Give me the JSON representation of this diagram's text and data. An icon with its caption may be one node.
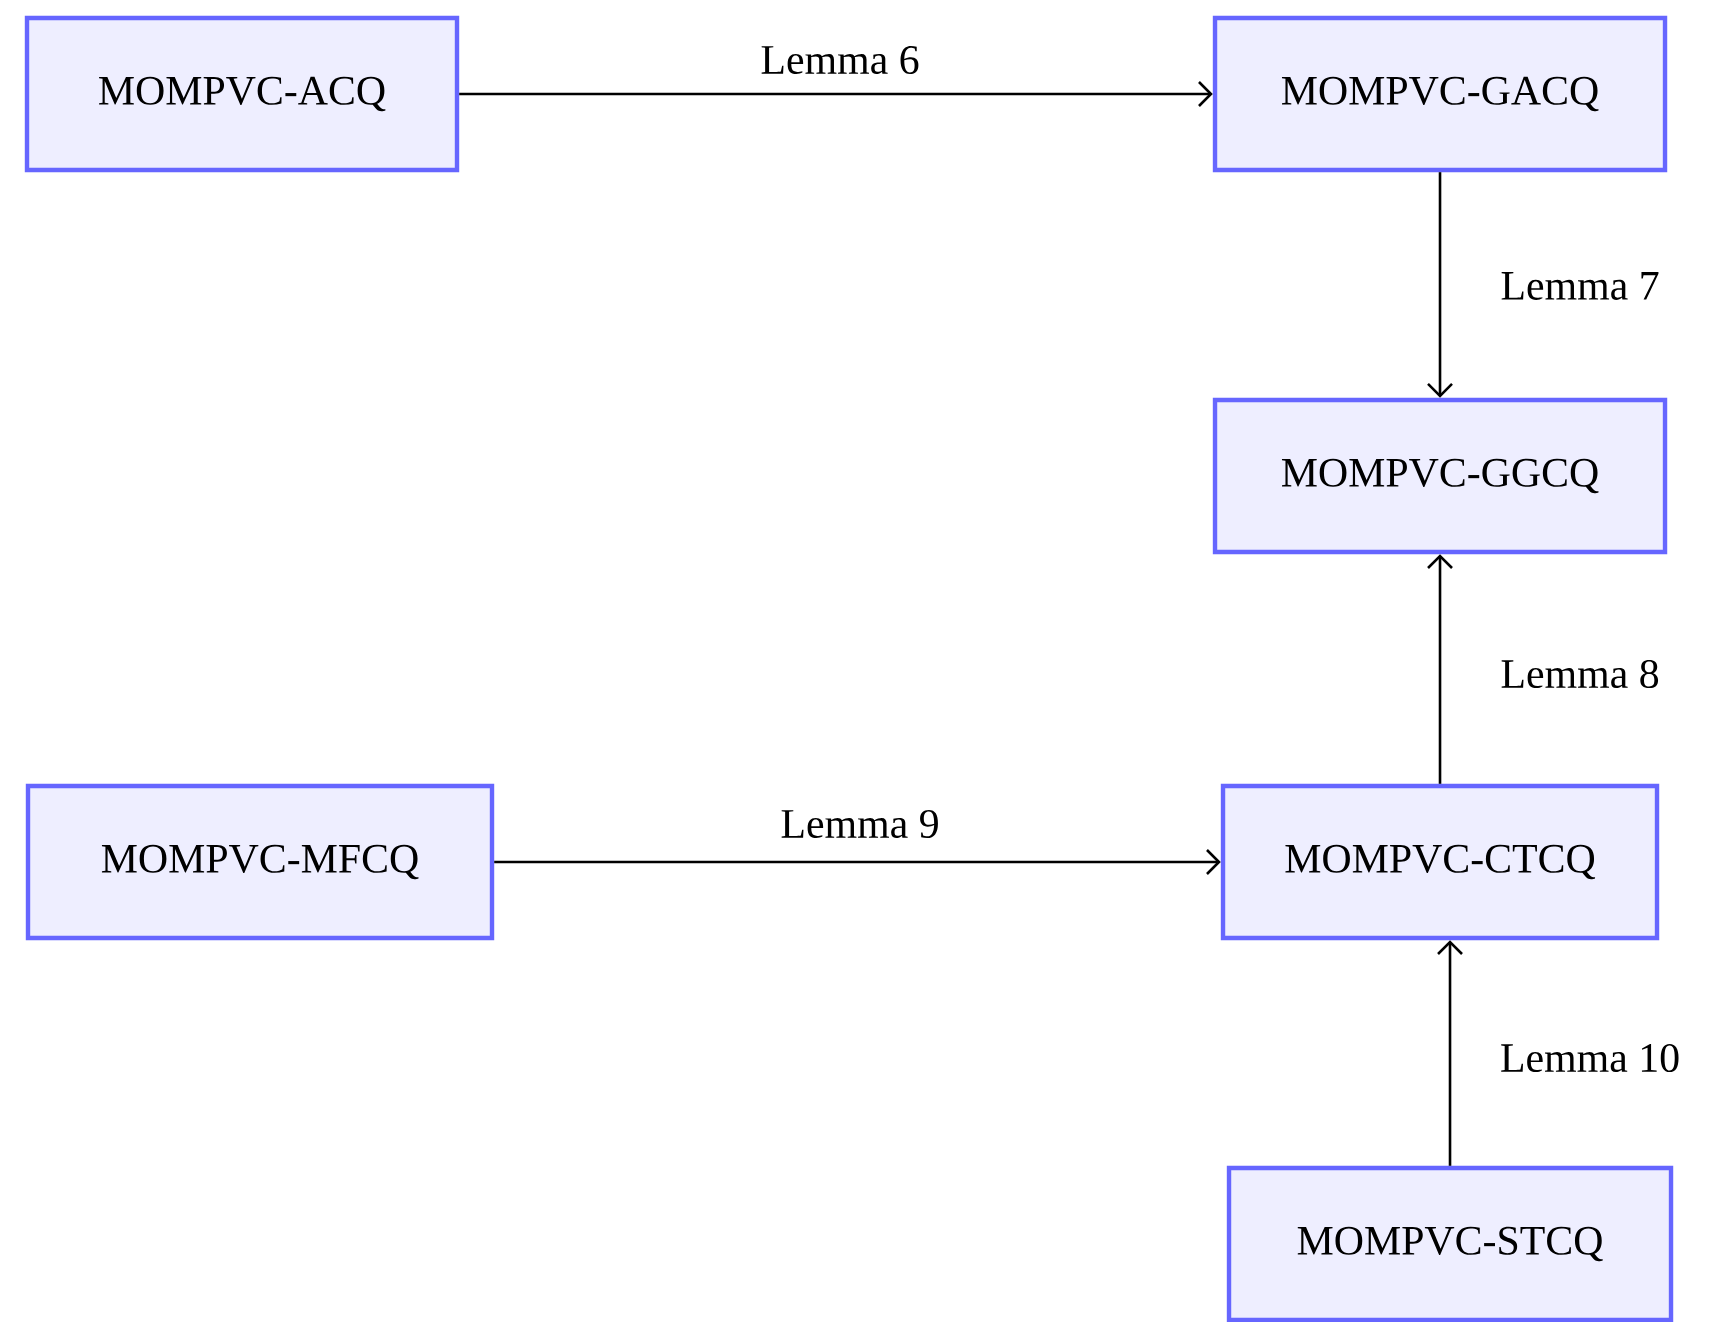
{
  "diagram": {
    "nodes": [
      {
        "text": [
          "MOMPVC-ACQ"
        ]
      },
      {
        "text": [
          "MOMPVC-GACQ"
        ]
      },
      {
        "text": [
          "MOMPVC-GGCQ"
        ]
      },
      {
        "text": [
          "MOMPVC-MFCQ"
        ]
      },
      {
        "text": [
          "MOMPVC-CTCQ"
        ]
      },
      {
        "text": [
          "MOMPVC-STCQ"
        ]
      }
    ],
    "edges": [
      {
        "from": 0,
        "to": 1,
        "arrow": "to",
        "label": "Lemma 6"
      },
      {
        "from": 1,
        "to": 2,
        "arrow": "to",
        "label": "Lemma 7"
      },
      {
        "from": 4,
        "to": 2,
        "arrow": "to",
        "label": "Lemma 8"
      },
      {
        "from": 3,
        "to": 4,
        "arrow": "to",
        "label": "Lemma 9"
      },
      {
        "from": 5,
        "to": 4,
        "arrow": "to",
        "label": "Lemma 10"
      }
    ]
  }
}
